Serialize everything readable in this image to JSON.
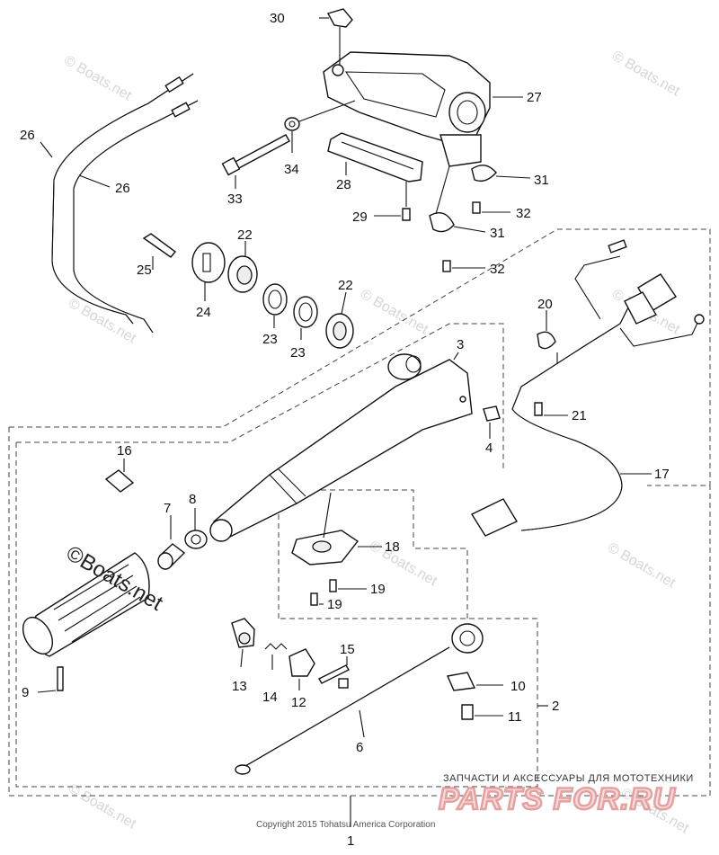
{
  "labels": [
    {
      "id": "30",
      "text": "30"
    },
    {
      "id": "27",
      "text": "27"
    },
    {
      "id": "26a",
      "text": "26"
    },
    {
      "id": "26b",
      "text": "26"
    },
    {
      "id": "34",
      "text": "34"
    },
    {
      "id": "28",
      "text": "28"
    },
    {
      "id": "31a",
      "text": "31"
    },
    {
      "id": "33",
      "text": "33"
    },
    {
      "id": "29",
      "text": "29"
    },
    {
      "id": "32a",
      "text": "32"
    },
    {
      "id": "31b",
      "text": "31"
    },
    {
      "id": "22a",
      "text": "22"
    },
    {
      "id": "25",
      "text": "25"
    },
    {
      "id": "32b",
      "text": "32"
    },
    {
      "id": "24",
      "text": "24"
    },
    {
      "id": "22b",
      "text": "22"
    },
    {
      "id": "20",
      "text": "20"
    },
    {
      "id": "23a",
      "text": "23"
    },
    {
      "id": "23b",
      "text": "23"
    },
    {
      "id": "3",
      "text": "3"
    },
    {
      "id": "21",
      "text": "21"
    },
    {
      "id": "4",
      "text": "4"
    },
    {
      "id": "16",
      "text": "16"
    },
    {
      "id": "17",
      "text": "17"
    },
    {
      "id": "8",
      "text": "8"
    },
    {
      "id": "7",
      "text": "7"
    },
    {
      "id": "18",
      "text": "18"
    },
    {
      "id": "19a",
      "text": "19"
    },
    {
      "id": "19b",
      "text": "19"
    },
    {
      "id": "15",
      "text": "15"
    },
    {
      "id": "9",
      "text": "9"
    },
    {
      "id": "13",
      "text": "13"
    },
    {
      "id": "14",
      "text": "14"
    },
    {
      "id": "12",
      "text": "12"
    },
    {
      "id": "10",
      "text": "10"
    },
    {
      "id": "2",
      "text": "2"
    },
    {
      "id": "11",
      "text": "11"
    },
    {
      "id": "6",
      "text": "6"
    },
    {
      "id": "1",
      "text": "1"
    }
  ],
  "watermarks": {
    "boats": "© Boats.net",
    "boats_big": "©Boats.net"
  },
  "footer": {
    "copyright": "Copyright 2015 Tohatsu America Corporation",
    "shop_tagline": "ЗАПЧАСТИ И АКСЕССУАРЫ ДЛЯ МОТОТЕХНИКИ",
    "shop_logo": "PARTS FOR.RU"
  }
}
